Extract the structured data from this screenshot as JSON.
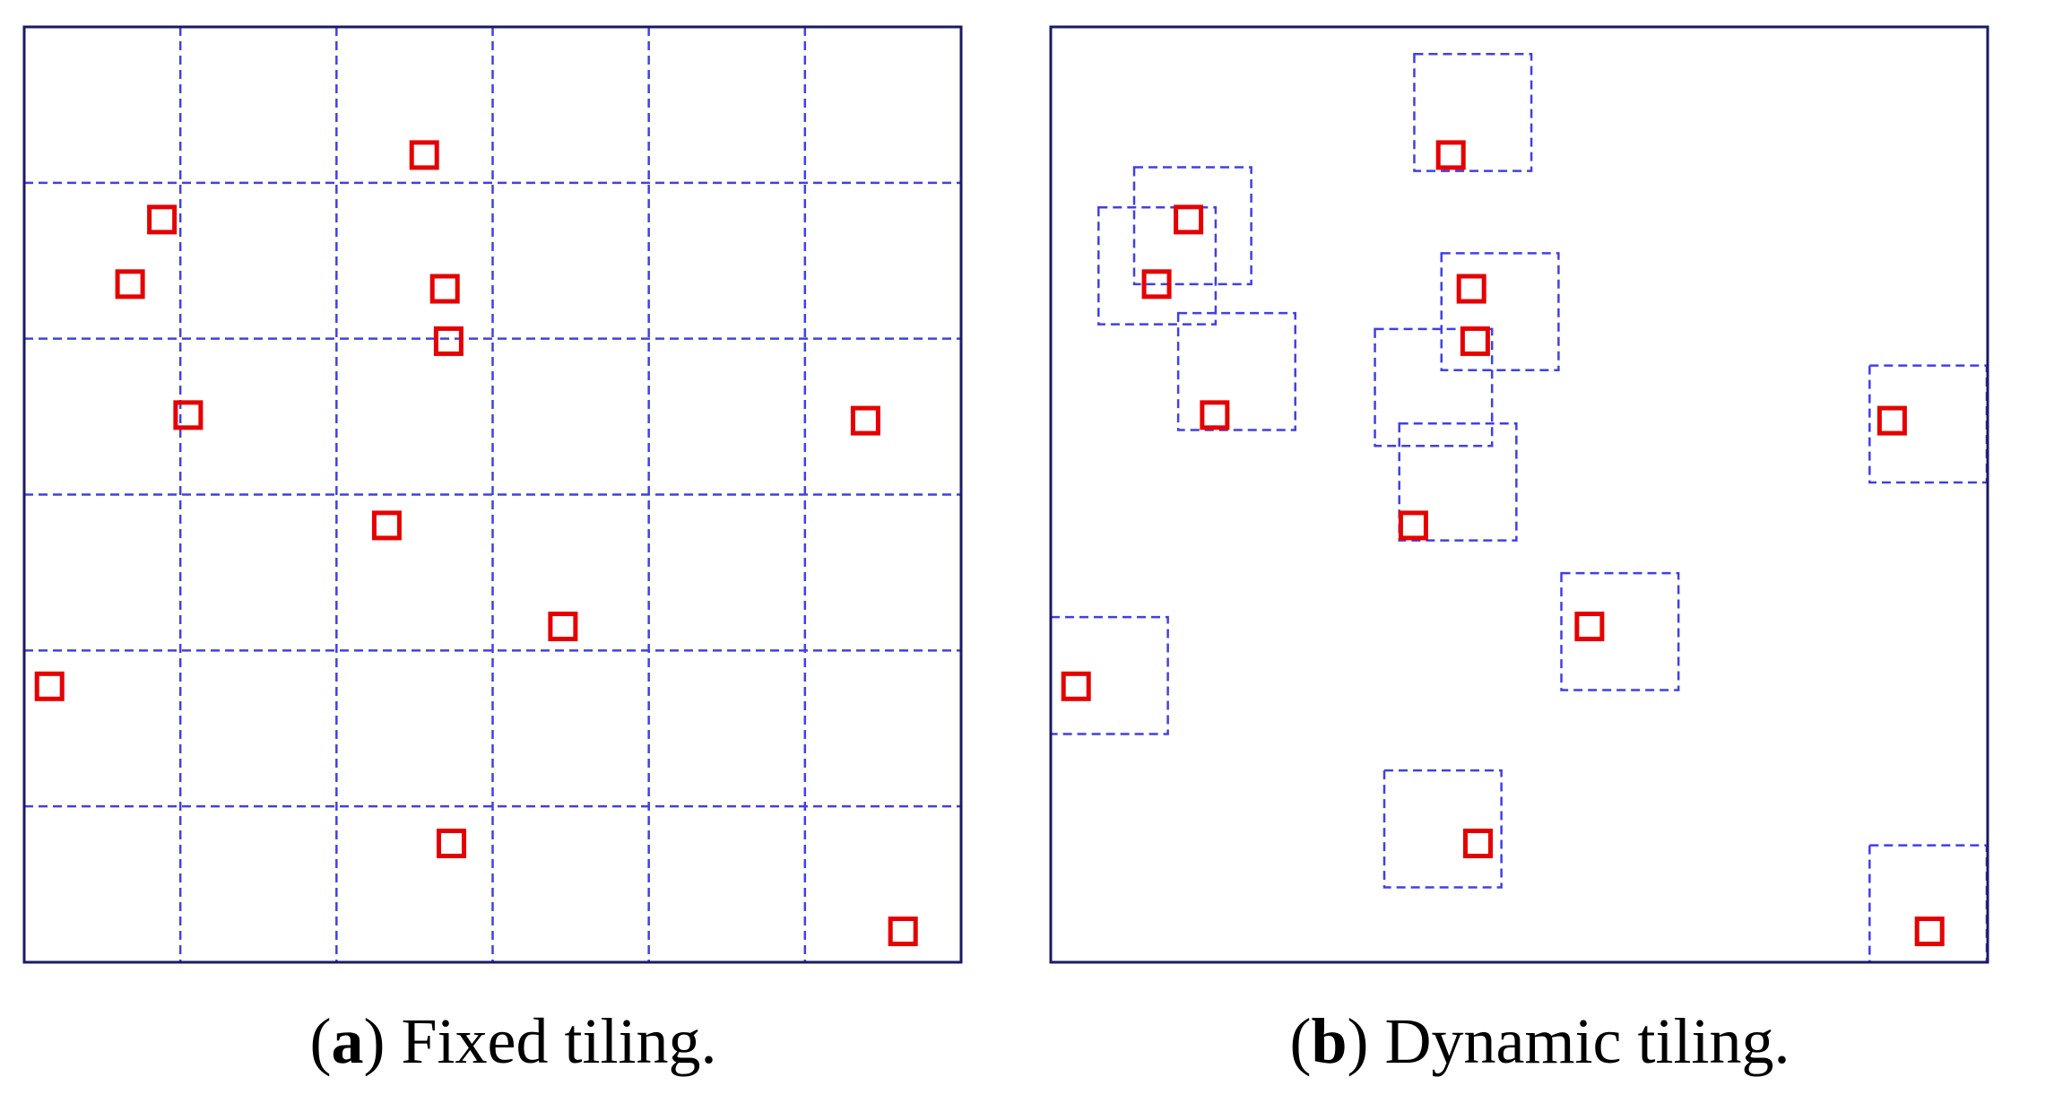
{
  "colors": {
    "frame": "#1a1a66",
    "tile": "#4040e6",
    "marker": "#e60000",
    "background": "#ffffff"
  },
  "panels": [
    {
      "id": "a",
      "tiling": "fixed",
      "caption": {
        "open": "(",
        "letter": "a",
        "text": ") Fixed tiling."
      },
      "grid": {
        "columns": 6,
        "rows": 6
      },
      "points": [
        [
          0.427,
          0.137
        ],
        [
          0.147,
          0.206
        ],
        [
          0.113,
          0.275
        ],
        [
          0.449,
          0.28
        ],
        [
          0.453,
          0.336
        ],
        [
          0.175,
          0.415
        ],
        [
          0.898,
          0.421
        ],
        [
          0.387,
          0.533
        ],
        [
          0.575,
          0.641
        ],
        [
          0.027,
          0.705
        ],
        [
          0.456,
          0.873
        ],
        [
          0.938,
          0.967
        ]
      ]
    },
    {
      "id": "b",
      "tiling": "dynamic",
      "caption": {
        "open": "(",
        "letter": "b",
        "text": ") Dynamic tiling."
      },
      "tile_size": 0.125,
      "points": [
        [
          0.427,
          0.137
        ],
        [
          0.147,
          0.206
        ],
        [
          0.113,
          0.275
        ],
        [
          0.449,
          0.28
        ],
        [
          0.453,
          0.336
        ],
        [
          0.175,
          0.415
        ],
        [
          0.898,
          0.421
        ],
        [
          0.387,
          0.533
        ],
        [
          0.575,
          0.641
        ],
        [
          0.027,
          0.705
        ],
        [
          0.456,
          0.873
        ],
        [
          0.938,
          0.967
        ]
      ],
      "tiles": [
        [
          0.388,
          0.029
        ],
        [
          0.089,
          0.15
        ],
        [
          0.051,
          0.193
        ],
        [
          0.417,
          0.242
        ],
        [
          0.136,
          0.306
        ],
        [
          0.346,
          0.323
        ],
        [
          0.372,
          0.424
        ],
        [
          0.874,
          0.362
        ],
        [
          0.545,
          0.584
        ],
        [
          0.0,
          0.631
        ],
        [
          0.356,
          0.795
        ],
        [
          0.874,
          0.875
        ]
      ]
    }
  ]
}
